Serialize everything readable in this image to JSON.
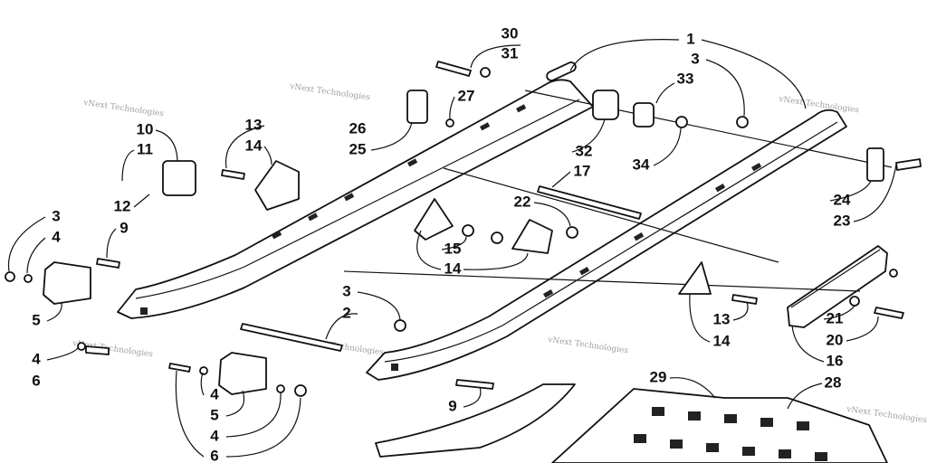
{
  "diagram": {
    "title": "Slide rail suspension exploded parts diagram",
    "watermark": "vNext Technologies",
    "callouts": {
      "c30": "30",
      "c31": "31",
      "c1": "1",
      "c3a": "3",
      "c33": "33",
      "c27": "27",
      "c26": "26",
      "c25": "25",
      "c13a": "13",
      "c14a": "14",
      "c10": "10",
      "c11": "11",
      "c12": "12",
      "c9a": "9",
      "c3b": "3",
      "c4a": "4",
      "c5a": "5",
      "c32": "32",
      "c34": "34",
      "c17": "17",
      "c22": "22",
      "c24": "24",
      "c23": "23",
      "c15": "15",
      "c14b": "14",
      "c13b": "13",
      "c14c": "14",
      "c3c": "3",
      "c2": "2",
      "c21": "21",
      "c20": "20",
      "c16": "16",
      "c4b": "4",
      "c6a": "6",
      "c9b": "9",
      "c29": "29",
      "c28": "28",
      "c4c": "4",
      "c5b": "5",
      "c4d": "4",
      "c6b": "6"
    }
  }
}
